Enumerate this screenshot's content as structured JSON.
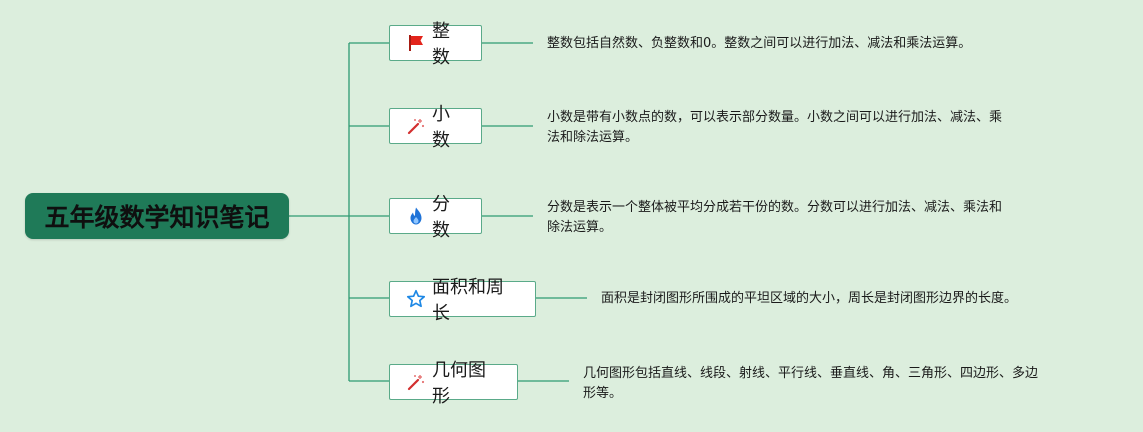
{
  "colors": {
    "background": "#dceedd",
    "root_fill": "#1f7a58",
    "line": "#2e9a72",
    "node_border": "#5aaa89"
  },
  "root": {
    "label": "五年级数学知识笔记"
  },
  "branches": [
    {
      "label": "整数",
      "icon": "red-flag-icon",
      "description": "整数包括自然数、负整数和0。整数之间可以进行加法、减法和乘法运算。"
    },
    {
      "label": "小数",
      "icon": "magic-wand-icon",
      "description_line1": "小数是带有小数点的数，可以表示部分数量。小数之间可以进行加法、减法、乘",
      "description_line2": "法和除法运算。"
    },
    {
      "label": "分数",
      "icon": "flame-icon",
      "description_line1": "分数是表示一个整体被平均分成若干份的数。分数可以进行加法、减法、乘法和",
      "description_line2": "除法运算。"
    },
    {
      "label": "面积和周长",
      "icon": "star-outline-icon",
      "description": "面积是封闭图形所围成的平坦区域的大小，周长是封闭图形边界的长度。"
    },
    {
      "label": "几何图形",
      "icon": "magic-wand-icon",
      "description_line1": "几何图形包括直线、线段、射线、平行线、垂直线、角、三角形、四边形、多边",
      "description_line2": "形等。"
    }
  ]
}
